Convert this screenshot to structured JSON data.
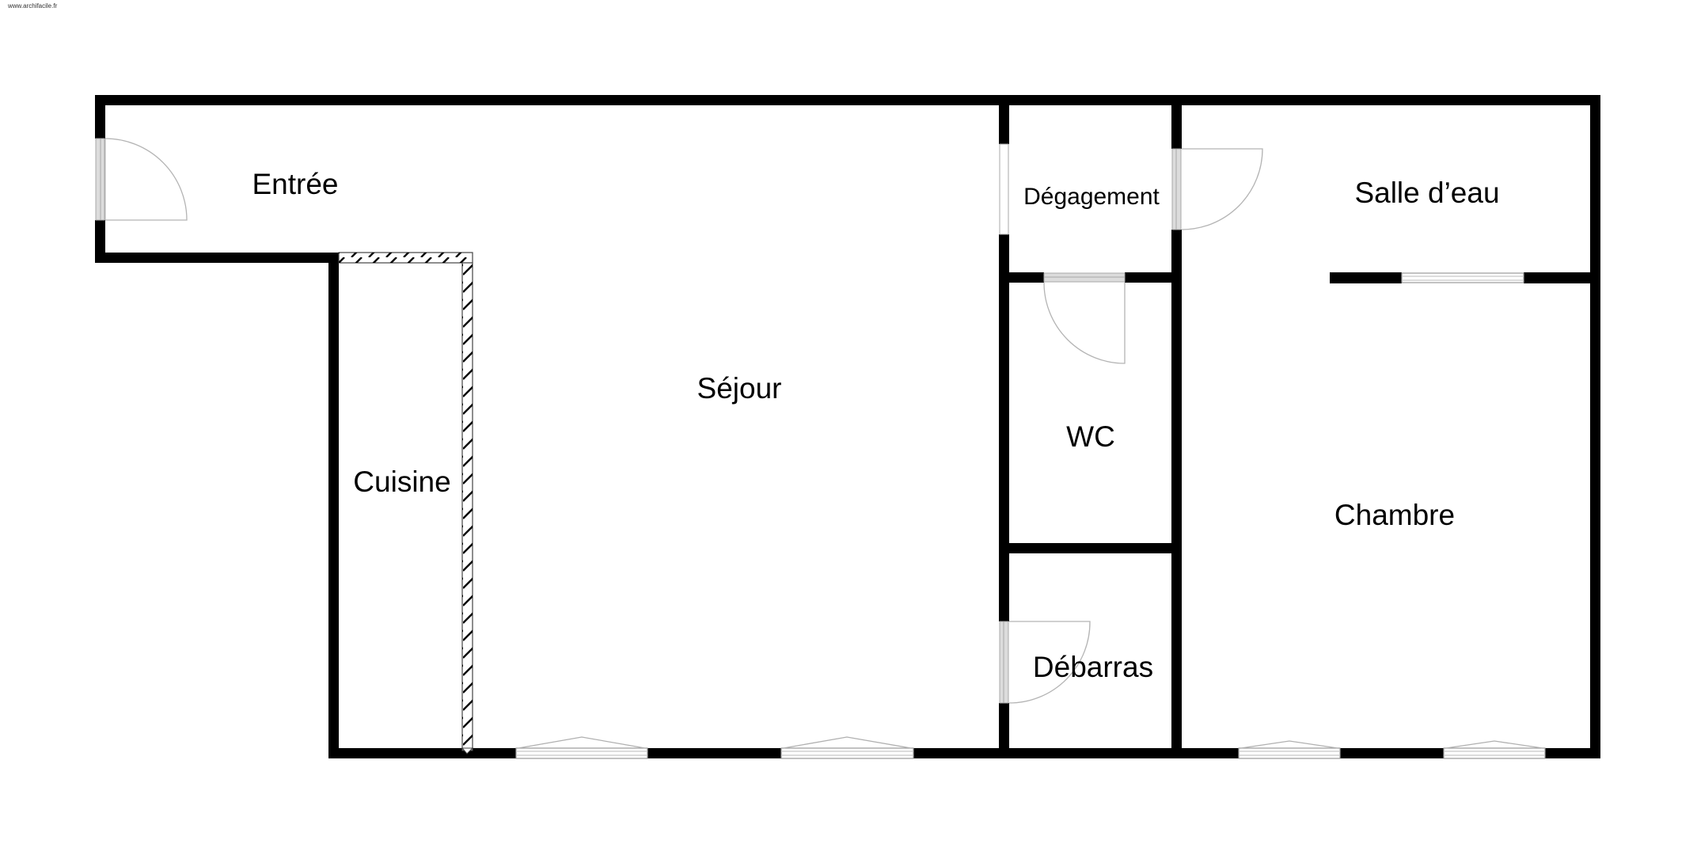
{
  "watermark": "www.archifacile.fr",
  "colors": {
    "wall": "#000000",
    "door_leaf": "#dcdcdc",
    "door_arc": "#b4b4b4",
    "background": "#ffffff"
  },
  "rooms": [
    {
      "id": "entree",
      "label": "Entrée"
    },
    {
      "id": "sejour",
      "label": "Séjour"
    },
    {
      "id": "cuisine",
      "label": "Cuisine"
    },
    {
      "id": "degagement",
      "label": "Dégagement"
    },
    {
      "id": "wc",
      "label": "WC"
    },
    {
      "id": "debarras",
      "label": "Débarras"
    },
    {
      "id": "salle_deau",
      "label": "Salle d’eau"
    },
    {
      "id": "chambre",
      "label": "Chambre"
    }
  ],
  "doors": [
    {
      "id": "front-door",
      "room": "Entrée"
    },
    {
      "id": "degagement-salle-deau-door",
      "room": "Salle d’eau"
    },
    {
      "id": "wc-door",
      "room": "WC"
    },
    {
      "id": "debarras-door",
      "room": "Débarras"
    }
  ],
  "windows": [
    {
      "id": "sejour-window-1",
      "room": "Séjour"
    },
    {
      "id": "sejour-window-2",
      "room": "Séjour"
    },
    {
      "id": "chambre-window-1",
      "room": "Chambre"
    },
    {
      "id": "chambre-window-2",
      "room": "Chambre"
    },
    {
      "id": "salle-deau-chambre-window",
      "room": "Salle d’eau"
    }
  ]
}
